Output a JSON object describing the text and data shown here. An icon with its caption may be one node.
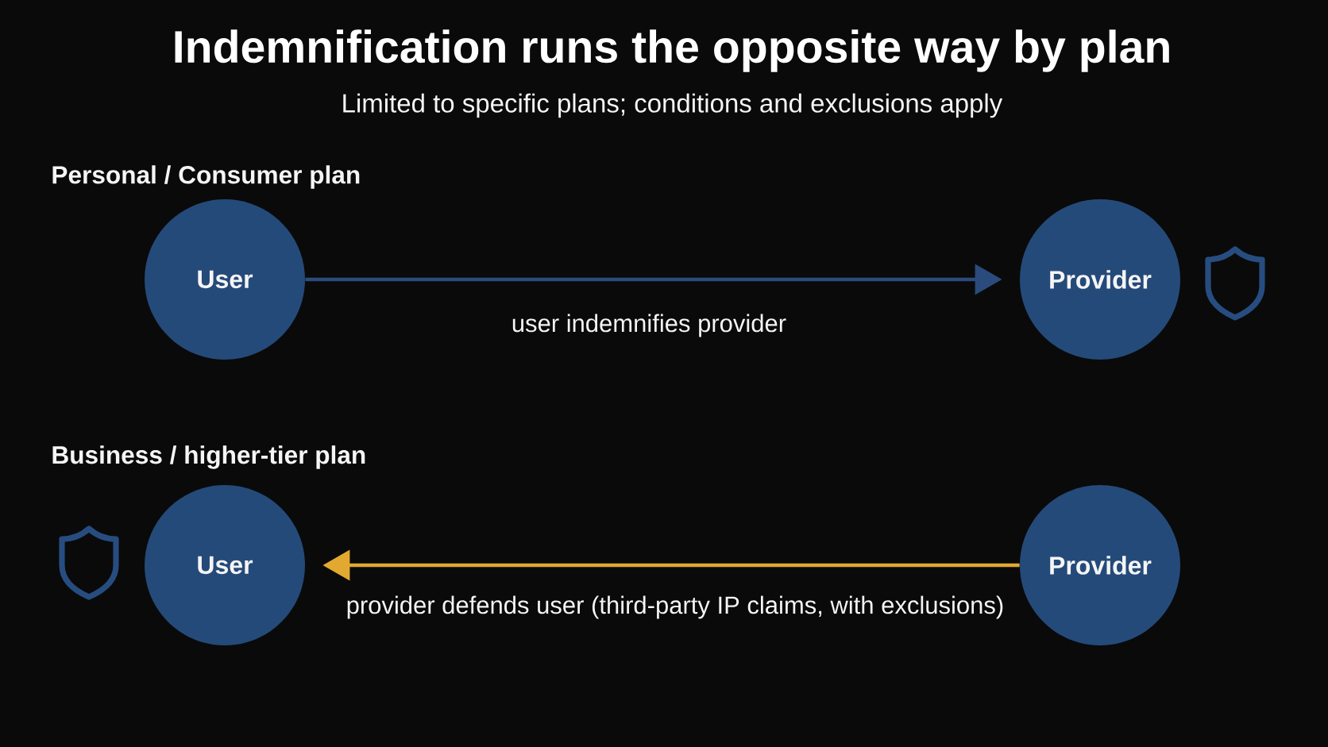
{
  "diagram": {
    "title": "Indemnification runs the opposite way by plan",
    "nodes": [
      {
        "text": [
          "User"
        ]
      },
      {
        "text": [
          "Provider"
        ]
      },
      {
        "text": [
          "User"
        ]
      },
      {
        "text": [
          "Provider"
        ]
      }
    ],
    "edges": [
      {
        "from": 0,
        "to": 1,
        "arrow": "to",
        "label": "user indemnifies provider",
        "color": "#2a4b7b"
      },
      {
        "from": 3,
        "to": 2,
        "arrow": "to",
        "label": "provider defends user (third-party IP claims, with exclusions)",
        "color": "#e2a931"
      }
    ],
    "labels": [
      "Limited to specific plans; conditions and exclusions apply",
      "Personal / Consumer plan",
      "Business / higher-tier plan"
    ]
  }
}
